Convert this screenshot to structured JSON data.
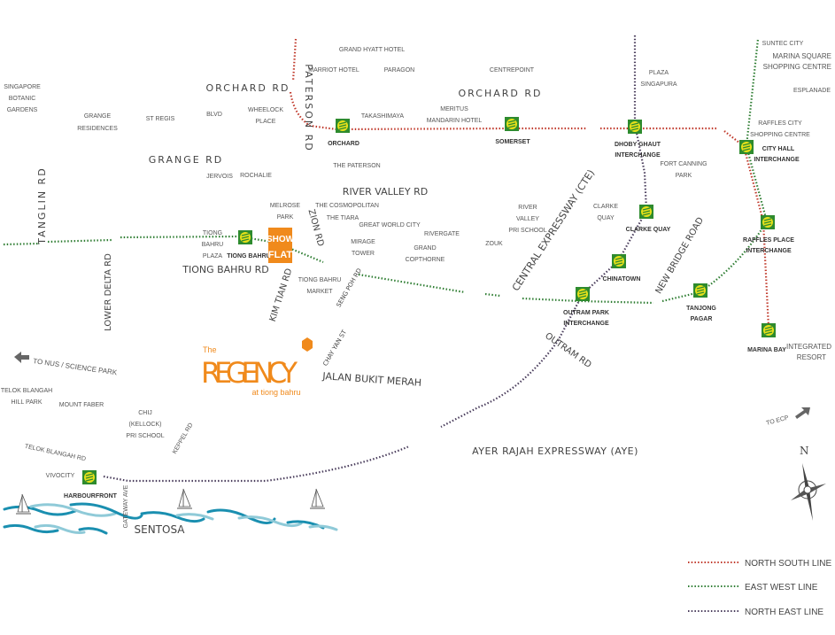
{
  "roads": {
    "orchard_rd_1": "ORCHARD RD",
    "orchard_rd_2": "ORCHARD RD",
    "grange_rd": "GRANGE RD",
    "paterson_rd": "PATERSON RD",
    "tanglin_rd": "TANGLIN RD",
    "river_valley_rd": "RIVER VALLEY RD",
    "tiong_bahru_rd": "TIONG BAHRU RD",
    "zion_rd": "ZION RD",
    "kim_tian_rd": "KIM TIAN RD",
    "seng_poh_rd": "SENG POH RD",
    "chay_yan_st": "CHAY YAN ST",
    "lower_delta_rd": "LOWER DELTA RD",
    "jalan_bukit_merah": "JALAN BUKIT MERAH",
    "cte": "CENTRAL EXPRESSWAY (CTE)",
    "new_bridge_road": "NEW BRIDGE ROAD",
    "outram_rd": "OUTRAM RD",
    "aye": "AYER RAJAH EXPRESSWAY (AYE)",
    "keppel_rd": "KEPPEL RD",
    "telok_blangah_rd": "TELOK BLANGAH RD",
    "gateway_ave": "GATEWAY AVE"
  },
  "places": {
    "grand_hyatt": "GRAND HYATT HOTEL",
    "marriot": "MARRIOT HOTEL",
    "paragon": "PARAGON",
    "centrepoint": "CENTREPOINT",
    "botanic": [
      "SINGAPORE",
      "BOTANIC",
      "GARDENS"
    ],
    "grange_residences": [
      "GRANGE",
      "RESIDENCES"
    ],
    "st_regis": "ST REGIS",
    "blvd": "BLVD",
    "wheelock": [
      "WHEELOCK",
      "PLACE"
    ],
    "takashimaya": "TAKASHIMAYA",
    "meritus": [
      "MERITUS",
      "MANDARIN HOTEL"
    ],
    "the_paterson": "THE PATERSON",
    "jervois": "JERVOIS",
    "rochalie": "ROCHALIE",
    "melrose": [
      "MELROSE",
      "PARK"
    ],
    "cosmopolitan": "THE COSMOPOLITAN",
    "tiara": "THE TIARA",
    "great_world": "GREAT WORLD CITY",
    "rivergate": "RIVERGATE",
    "mirage": [
      "MIRAGE",
      "TOWER"
    ],
    "grand_copthorne": [
      "GRAND",
      "COPTHORNE"
    ],
    "zouk": "ZOUK",
    "river_valley_school": [
      "RIVER",
      "VALLEY",
      "PRI SCHOOL"
    ],
    "clarke_quay_place": [
      "CLARKE",
      "QUAY"
    ],
    "plaza_singapura": [
      "PLAZA",
      "SINGAPURA"
    ],
    "fort_canning": [
      "FORT CANNING",
      "PARK"
    ],
    "suntec": "SUNTEC CITY",
    "marina_square": [
      "MARINA SQUARE",
      "SHOPPING CENTRE"
    ],
    "esplanade": "ESPLANADE",
    "raffles_city": [
      "RAFFLES CITY",
      "SHOPPING CENTRE"
    ],
    "tiong_bahru_plaza": [
      "TIONG",
      "BAHRU",
      "PLAZA"
    ],
    "tiong_bahru_market": [
      "TIONG BAHRU",
      "MARKET"
    ],
    "integrated_resort": [
      "INTEGRATED",
      "RESORT"
    ],
    "telok_blangah_hill": [
      "TELOK BLANGAH",
      "HILL PARK"
    ],
    "mount_faber": "MOUNT FABER",
    "chij": [
      "CHIJ",
      "(KELLOCK)",
      "PRI SCHOOL"
    ],
    "vivocity": "VIVOCITY",
    "sentosa": "SENTOSA"
  },
  "stations": {
    "orchard": [
      "ORCHARD"
    ],
    "somerset": [
      "SOMERSET"
    ],
    "dhoby_ghaut": [
      "DHOBY GHAUT",
      "INTERCHANGE"
    ],
    "city_hall": [
      "CITY HALL",
      "INTERCHANGE"
    ],
    "raffles_place": [
      "RAFFLES PLACE",
      "INTERCHANGE"
    ],
    "clarke_quay": [
      "CLARKE QUAY"
    ],
    "chinatown": [
      "CHINATOWN"
    ],
    "outram_park": [
      "OUTRAM PARK",
      "INTERCHANGE"
    ],
    "tanjong_pagar": [
      "TANJONG",
      "PAGAR"
    ],
    "marina_bay": [
      "MARINA BAY"
    ],
    "tiong_bahru": [
      "TIONG BAHRU"
    ],
    "harbourfront": [
      "HARBOURFRONT"
    ]
  },
  "show_flat": [
    "SHOW",
    "FLAT"
  ],
  "regency": {
    "the": "The",
    "name": "REGENCY",
    "sub": "at tiong bahru"
  },
  "directions": {
    "nus": "TO NUS / SCIENCE PARK",
    "ecp": "TO ECP"
  },
  "compass": "N",
  "legend": [
    {
      "label": "NORTH SOUTH LINE",
      "color": "#c0392b"
    },
    {
      "label": "EAST WEST LINE",
      "color": "#2e7d32"
    },
    {
      "label": "NORTH EAST LINE",
      "color": "#4a3d5c"
    }
  ],
  "colors": {
    "station_bg": "#2e8b2e",
    "station_icon": "#e6e01a",
    "accent": "#f08a1c",
    "water": "#1a8fb0"
  }
}
